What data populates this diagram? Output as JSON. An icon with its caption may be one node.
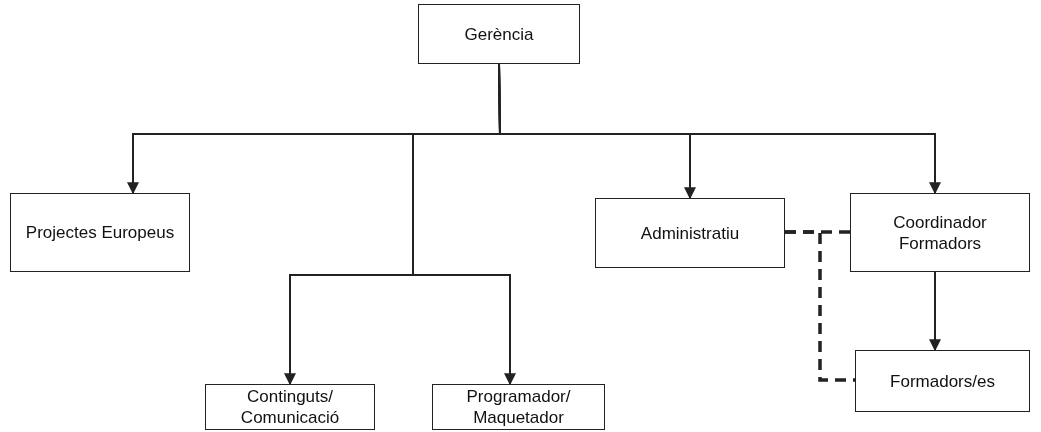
{
  "diagram": {
    "nodes": [
      {
        "text": [
          "Gerència"
        ]
      },
      {
        "text": [
          "Projectes Europeus"
        ]
      },
      {
        "text": [
          "Administratiu"
        ]
      },
      {
        "text": [
          "Coordinador Formadors"
        ]
      },
      {
        "text": [
          "Continguts/ Comunicació"
        ]
      },
      {
        "text": [
          "Programador/ Maquetador"
        ]
      },
      {
        "text": [
          "Formadors/es"
        ]
      }
    ],
    "edges": [
      {
        "from": 0,
        "to": 1,
        "arrow": "to"
      },
      {
        "from": 0,
        "to": 2,
        "arrow": "to"
      },
      {
        "from": 0,
        "to": 3,
        "arrow": "to"
      },
      {
        "from": 0,
        "to": 4,
        "arrow": "to"
      },
      {
        "from": 0,
        "to": 5,
        "arrow": "to"
      },
      {
        "from": 3,
        "to": 6,
        "arrow": "to"
      },
      {
        "from": 2,
        "to": 3,
        "arrow": "none",
        "style": "dashed"
      },
      {
        "from": 2,
        "to": 6,
        "arrow": "none",
        "style": "dashed"
      }
    ]
  }
}
